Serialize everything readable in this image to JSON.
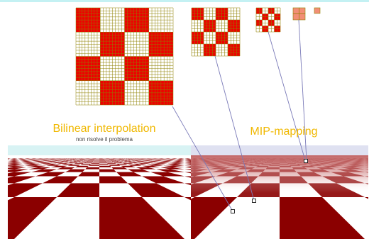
{
  "labels": {
    "bilinear_title": "Bilinear interpolation",
    "bilinear_subtitle": "non risolve il problema",
    "mip_title": "MIP-mapping"
  },
  "colors": {
    "top_band": "#c4f1f3",
    "accent_text": "#f0b800",
    "texture_red": "#ee0000",
    "texture_white": "#ffffff",
    "texel_grid": "#8f8000",
    "floor_red": "#8b0000",
    "floor_white": "#ffffff",
    "sky_left": "#d8f3f4",
    "sky_right": "#dfe1f1",
    "level_4_fill": "#f28e76",
    "callout_line": "#7a7ab8"
  },
  "mip_pyramid": {
    "base_texels": 32,
    "checker_texels": 4,
    "levels": [
      {
        "level": 0,
        "texels": 32
      },
      {
        "level": 1,
        "texels": 16
      },
      {
        "level": 2,
        "texels": 8
      },
      {
        "level": 3,
        "texels": 2
      },
      {
        "level": 4,
        "texels": 1
      }
    ]
  }
}
